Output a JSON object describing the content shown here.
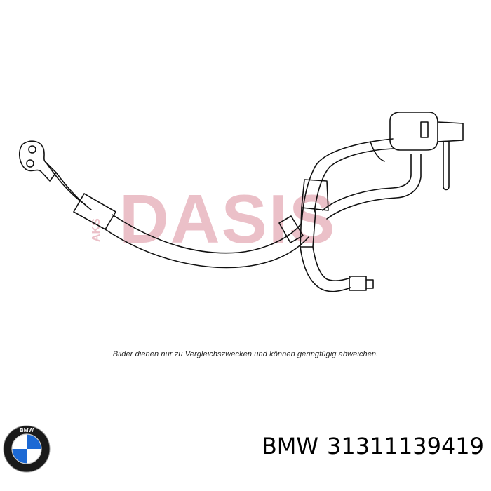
{
  "product": {
    "brand": "BMW",
    "part_number": "31311139419",
    "caption": "Bilder dienen nur zu Vergleichszwecken und können geringfügig abweichen."
  },
  "watermark": {
    "text": "DASIS",
    "side_text": "AKS",
    "color": "#e8b6bf"
  },
  "logo": {
    "letters": "BMW",
    "ring_color": "#1a1a1a",
    "blue": "#1c69d4",
    "white": "#ffffff"
  },
  "drawing": {
    "stroke_color": "#111111",
    "icons": [
      "ring-terminal-icon",
      "hose-icon",
      "connector-block-icon",
      "pipe-fitting-icon"
    ]
  }
}
